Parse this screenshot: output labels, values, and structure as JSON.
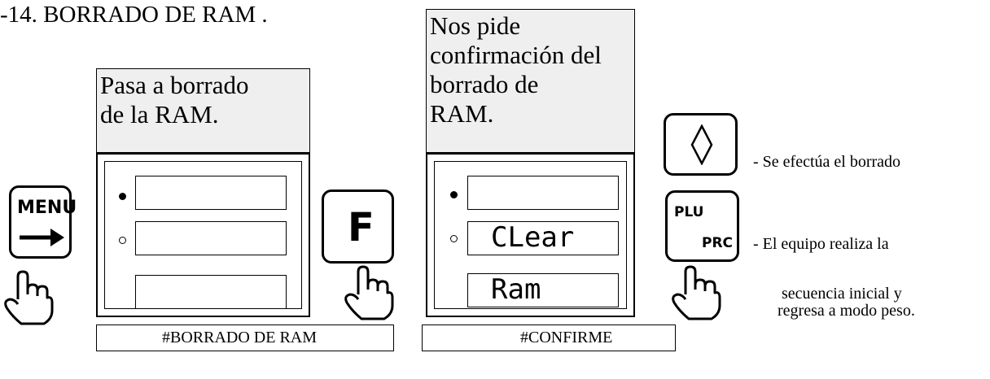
{
  "heading": "-14. BORRADO DE RAM .",
  "step1": {
    "callout": [
      "Pasa a borrado",
      "de la RAM."
    ],
    "display_label": "#BORRADO DE RAM",
    "fields": [
      "",
      "",
      ""
    ],
    "key_label_top": "MENU",
    "key_icon": "arrow-right-icon"
  },
  "step2": {
    "callout": [
      "Nos pide",
      "confirmación del",
      "borrado de",
      "RAM."
    ],
    "display_label": "#CONFIRME",
    "fields": [
      "",
      "CLear",
      "Ram"
    ],
    "key_label": "F"
  },
  "step3": {
    "diamond_key_icon": "diamond-icon",
    "plu_key_top": "PLU",
    "plu_key_bottom": "PRC",
    "notes": [
      "- Se efectúa el borrado",
      "- El equipo realiza la",
      "secuencia inicial y",
      "regresa a modo peso."
    ]
  },
  "icons": {
    "hand": "pointing-hand-icon"
  }
}
